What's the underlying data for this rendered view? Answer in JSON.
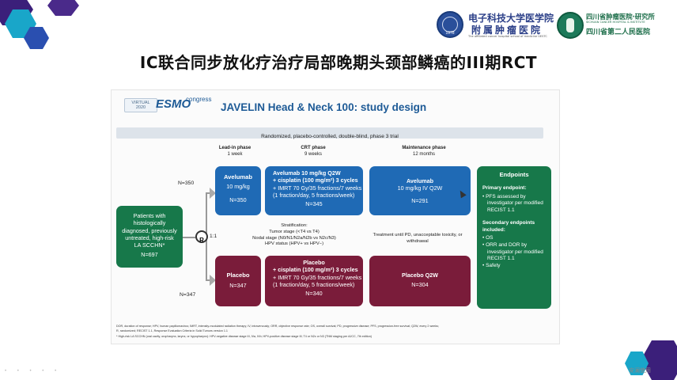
{
  "header": {
    "logo1_line1": "电子科技大学医学院",
    "logo1_line2": "附属肿瘤医院",
    "logo1_subtitle": "The affiliated cancer hospital school of medicine UESTC",
    "logo2_line1": "四川省肿瘤医院·研究所",
    "logo2_line2": "四川省第二人民医院",
    "logo2_subtitle": "SICHUAN CANCER HOSPITAL & INSTITUTE",
    "logo1_badge_year": "1978"
  },
  "slide_title": "IC联合同步放化疗治疗局部晚期头颈部鳞癌的III期RCT",
  "slide": {
    "badge_virtual": "VIRTUAL",
    "badge_year": "2020",
    "badge_esmo": "ESMO",
    "badge_congress": "congress",
    "title": "JAVELIN Head & Neck 100: study design",
    "banner": "Randomized, placebo-controlled, double-blind, phase 3 trial",
    "phases": {
      "leadin_title": "Lead-in phase",
      "leadin_sub": "1 week",
      "crt_title": "CRT phase",
      "crt_sub": "9 weeks",
      "maint_title": "Maintenance phase",
      "maint_sub": "12 months"
    },
    "patients": {
      "l1": "Patients with",
      "l2": "histologically",
      "l3": "diagnosed, previously",
      "l4": "untreated, high-risk",
      "l5": "LA SCCHN*",
      "n": "N=697"
    },
    "randomization": {
      "symbol": "R",
      "ratio": "1:1"
    },
    "arm_labels": {
      "top": "N=350",
      "bottom": "N=347"
    },
    "top_arm": {
      "leadin_title": "Avelumab",
      "leadin_dose": "10 mg/kg",
      "leadin_n": "N=350",
      "crt_l1": "Avelumab 10 mg/kg Q2W",
      "crt_l2": "+ cisplatin (100 mg/m²) 3 cycles",
      "crt_l3": "+ IMRT 70 Gy/35 fractions/7 weeks",
      "crt_l4": "(1 fraction/day, 5 fractions/week)",
      "crt_n": "N=345",
      "maint_title": "Avelumab",
      "maint_dose": "10 mg/kg IV Q2W",
      "maint_n": "N=291"
    },
    "bottom_arm": {
      "leadin_title": "Placebo",
      "leadin_n": "N=347",
      "crt_l1": "Placebo",
      "crt_l2": "+ cisplatin (100 mg/m²) 3 cycles",
      "crt_l3": "+ IMRT 70 Gy/35 fractions/7 weeks",
      "crt_l4": "(1 fraction/day, 5 fractions/week)",
      "crt_n": "N=340",
      "maint_title": "Placebo Q2W",
      "maint_n": "N=304"
    },
    "stratification": {
      "title": "Stratification:",
      "l1": "Tumor stage (<T4 vs T4)",
      "l2": "Nodal stage (N0/N1/N2a/N2b vs N2c/N3)",
      "l3": "HPV status (HPV+ vs HPV−)"
    },
    "treatment_note": {
      "l1": "Treatment until PD, unacceptable toxicity, or",
      "l2": "withdrawal"
    },
    "endpoints": {
      "title": "Endpoints",
      "primary_title": "Primary endpoint:",
      "primary_items": [
        "PFS assessed by investigator per modified RECIST 1.1"
      ],
      "secondary_title": "Secondary endpoints included:",
      "secondary_items": [
        "OS",
        "ORR and DOR by investigator per modified RECIST 1.1",
        "Safety"
      ]
    },
    "footnote1": "DOR, duration of response; HPV, human papillomavirus; IMRT, intensity-modulated radiation therapy; IV, intravenously; ORR, objective response rate; OS, overall survival; PD, progressive disease; PFS, progression-free survival; Q2W, every 2 weeks;",
    "footnote2": "R, randomized; RECIST 1.1, Response Evaluation Criteria in Solid Tumors version 1.1",
    "footnote3": "* High-risk LA SCCHN (oral cavity, oropharynx, larynx, or hypopharynx): HPV-negative disease stage III, IVa, IVb; HPV-positive disease stage III; T4 or N2c or N3 (TNM staging per AJCC, 7th edition)"
  },
  "watermark_right": "安澜使用",
  "colors": {
    "blue": "#1f6ab5",
    "maroon": "#7a1c3a",
    "green": "#17784a",
    "title_blue": "#1d5a96",
    "hex_purple": "#3b1f7a",
    "hex_cyan": "#19a6c9"
  }
}
